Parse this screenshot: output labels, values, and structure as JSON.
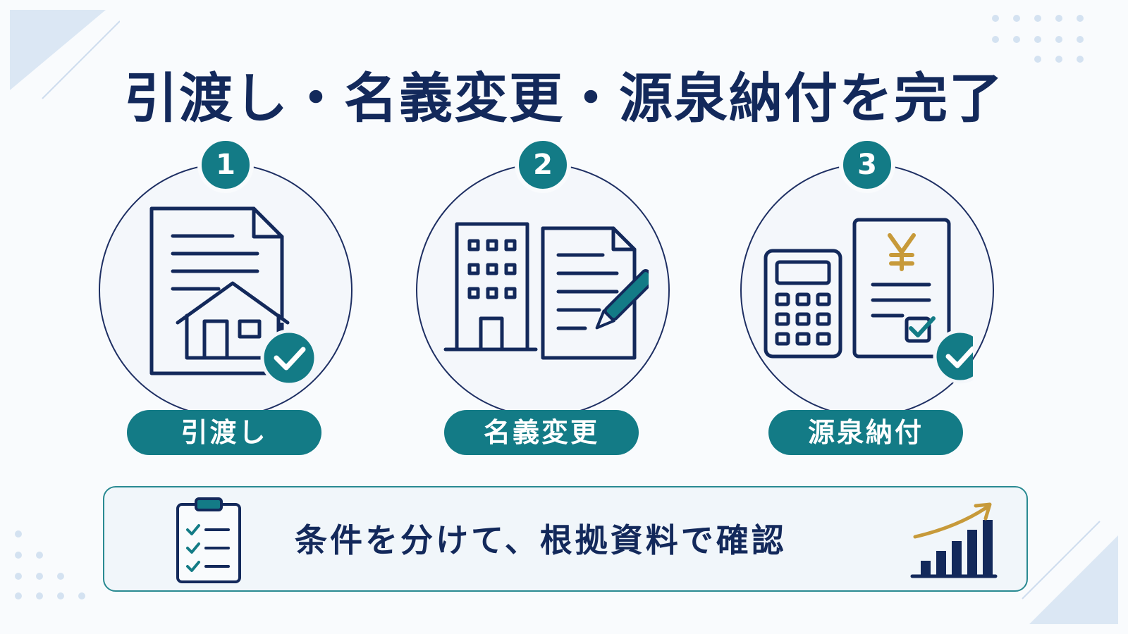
{
  "title": "引渡し・名義変更・源泉納付を完了",
  "steps": [
    {
      "number": "1",
      "label": "引渡し",
      "icon": "house-document-check-icon"
    },
    {
      "number": "2",
      "label": "名義変更",
      "icon": "building-document-pen-icon"
    },
    {
      "number": "3",
      "label": "源泉納付",
      "icon": "calculator-yen-document-icon"
    }
  ],
  "banner": {
    "text": "条件を分けて、根拠資料で確認",
    "left_icon": "checklist-clipboard-icon",
    "right_icon": "rising-bar-chart-icon"
  },
  "colors": {
    "navy": "#13295b",
    "teal": "#137b86",
    "gold": "#c79a3a",
    "background": "#f9fbfd"
  }
}
